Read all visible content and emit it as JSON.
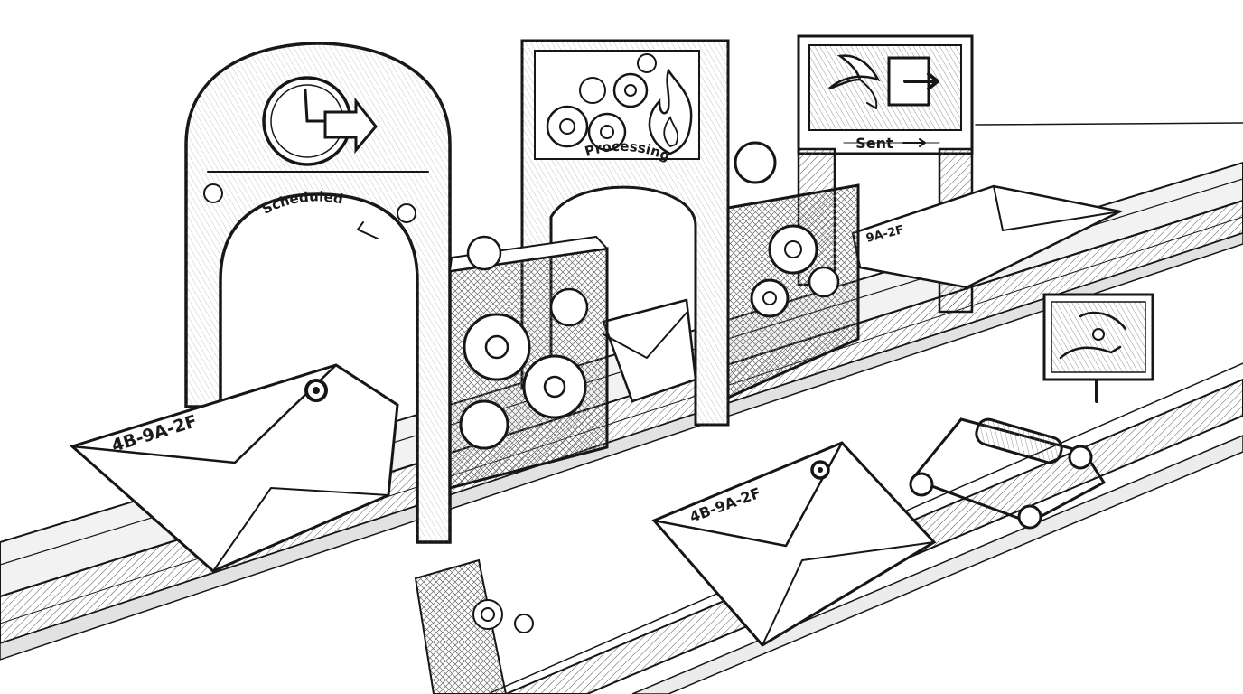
{
  "stages": {
    "scheduled": "Scheduled",
    "processing": "Processing",
    "sent": "Sent"
  },
  "envelopes": {
    "front": "4B-9A-2F",
    "middle": "4B-9A-2F",
    "back": "9A-2F"
  },
  "icons": {
    "scheduled": "clock-arrow-icon",
    "processing": "gears-fire-icon",
    "sent": "dove-door-icon",
    "side_sign": "hands-coin-icon",
    "envelope_stamp": "gear-icon"
  },
  "colors": {
    "ink": "#161616",
    "paper": "#ffffff",
    "shade": "#d9d9d9"
  }
}
